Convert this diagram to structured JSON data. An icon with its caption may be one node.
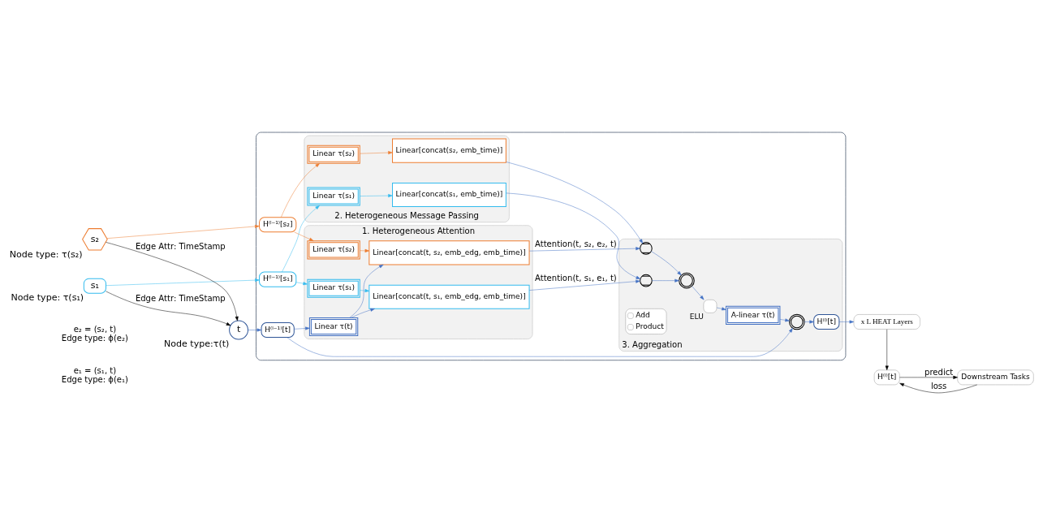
{
  "diagram": {
    "nodes": [
      {
        "text": [
          "t"
        ],
        "beside": [
          "Node type:τ(t)"
        ]
      },
      {
        "text": [
          "s₁"
        ],
        "beside": [
          "Node type: τ(s₁)"
        ]
      },
      {
        "text": [
          "s₂"
        ],
        "beside": [
          "Node type: τ(s₂)"
        ]
      },
      {
        "text": [],
        "shape": "box"
      },
      {
        "text": [
          "H⁽ˡ⁻¹⁾[t]"
        ],
        "in": 3
      },
      {
        "text": [
          "H⁽ˡ⁻¹⁾[s₁]"
        ],
        "in": 3
      },
      {
        "text": [
          "H⁽ˡ⁻¹⁾[s₂]"
        ],
        "in": 3
      },
      {
        "text": [
          "1. Heterogeneous Attention"
        ],
        "in": 3
      },
      {
        "text": [
          "Linear τ(t)"
        ],
        "in": 7
      },
      {
        "text": [
          "Linear τ(s₁)"
        ],
        "in": 7
      },
      {
        "text": [
          "Linear τ(s₂)"
        ],
        "in": 7
      },
      {
        "text": [
          "Linear[concat(t, s₁, emb_edg, emb_time)]"
        ],
        "in": 7
      },
      {
        "text": [
          "Linear[concat(t, s₂, emb_edg, emb_time)]"
        ],
        "in": 7
      },
      {
        "text": [
          "2. Heterogeneous Message Passing"
        ],
        "in": 3
      },
      {
        "text": [
          "Linear τ(s₁)"
        ],
        "in": 13
      },
      {
        "text": [
          "Linear τ(s₂)"
        ],
        "in": 13
      },
      {
        "text": [
          "Linear[concat(s₁, emb_time)]"
        ],
        "in": 13
      },
      {
        "text": [
          "Linear[concat(s₂, emb_time)]"
        ],
        "in": 13
      },
      {
        "text": [
          "3. Aggregation"
        ],
        "in": 3
      },
      {
        "text": [],
        "shape": "circle",
        "in": 18
      },
      {
        "text": [],
        "shape": "circle",
        "in": 18
      },
      {
        "text": [],
        "shape": "circle",
        "in": 18
      },
      {
        "text": [],
        "shape": "box",
        "beside": [
          "ELU"
        ],
        "in": 18
      },
      {
        "text": [
          "A-linear τ(t)"
        ],
        "in": 18
      },
      {
        "text": [],
        "shape": "circle",
        "in": 18
      },
      {
        "text": [
          "H⁽ˡ⁾[t]"
        ],
        "in": 18
      },
      {
        "text": [
          "x L HEAT Layers"
        ]
      },
      {
        "text": [
          "H⁽ˡ⁾[t]"
        ]
      },
      {
        "text": [
          "Downstream Tasks"
        ]
      }
    ],
    "edges": [
      {
        "from": 1,
        "to": 0,
        "arrow": "to",
        "label": "Edge Attr: TimeStamp",
        "color": "#000000"
      },
      {
        "from": 2,
        "to": 0,
        "arrow": "to",
        "label": "Edge Attr: TimeStamp",
        "color": "#000000"
      },
      {
        "from": 0,
        "to": 4,
        "arrow": "to"
      },
      {
        "from": 1,
        "to": 5,
        "arrow": "to",
        "color": "#33bbee"
      },
      {
        "from": 2,
        "to": 6,
        "arrow": "to",
        "color": "#ed7d31"
      },
      {
        "from": 4,
        "to": 8,
        "arrow": "to"
      },
      {
        "from": 4,
        "to": 24,
        "arrow": "to"
      },
      {
        "from": 5,
        "to": 9,
        "arrow": "to",
        "color": "#33bbee"
      },
      {
        "from": 5,
        "to": 14,
        "arrow": "to",
        "color": "#33bbee"
      },
      {
        "from": 6,
        "to": 10,
        "arrow": "to",
        "color": "#ed7d31"
      },
      {
        "from": 6,
        "to": 15,
        "arrow": "to",
        "color": "#ed7d31"
      },
      {
        "from": 8,
        "to": 11,
        "arrow": "to"
      },
      {
        "from": 8,
        "to": 12,
        "arrow": "to"
      },
      {
        "from": 9,
        "to": 11,
        "arrow": "to",
        "color": "#33bbee"
      },
      {
        "from": 10,
        "to": 12,
        "arrow": "to",
        "color": "#ed7d31"
      },
      {
        "from": 14,
        "to": 16,
        "arrow": "to",
        "color": "#33bbee"
      },
      {
        "from": 15,
        "to": 17,
        "arrow": "to",
        "color": "#ed7d31"
      },
      {
        "from": 11,
        "to": 19,
        "arrow": "to",
        "label": "Attention(t, s₁, e₁, t)"
      },
      {
        "from": 12,
        "to": 20,
        "arrow": "to",
        "label": "Attention(t, s₂, e₂, t)"
      },
      {
        "from": 16,
        "to": 19,
        "arrow": "to"
      },
      {
        "from": 17,
        "to": 20,
        "arrow": "to"
      },
      {
        "from": 19,
        "to": 21,
        "arrow": "to"
      },
      {
        "from": 20,
        "to": 21,
        "arrow": "to"
      },
      {
        "from": 21,
        "to": 22,
        "arrow": "to"
      },
      {
        "from": 22,
        "to": 23,
        "arrow": "to"
      },
      {
        "from": 23,
        "to": 24,
        "arrow": "to"
      },
      {
        "from": 24,
        "to": 25,
        "arrow": "to"
      },
      {
        "from": 25,
        "to": 26,
        "arrow": "to"
      },
      {
        "from": 26,
        "to": 27,
        "arrow": "to",
        "color": "#000000"
      },
      {
        "from": 27,
        "to": 28,
        "arrow": "to",
        "label": "predict",
        "color": "#000000"
      },
      {
        "from": 28,
        "to": 27,
        "arrow": "to",
        "label": "loss",
        "color": "#000000"
      }
    ],
    "labels": [
      "e₁ = (s₁, t) Edge type: ϕ(e₁)",
      "e₂ = (s₂, t) Edge type: ϕ(e₂)"
    ],
    "legend": [
      {
        "text": "Add"
      },
      {
        "text": "Product"
      }
    ]
  }
}
